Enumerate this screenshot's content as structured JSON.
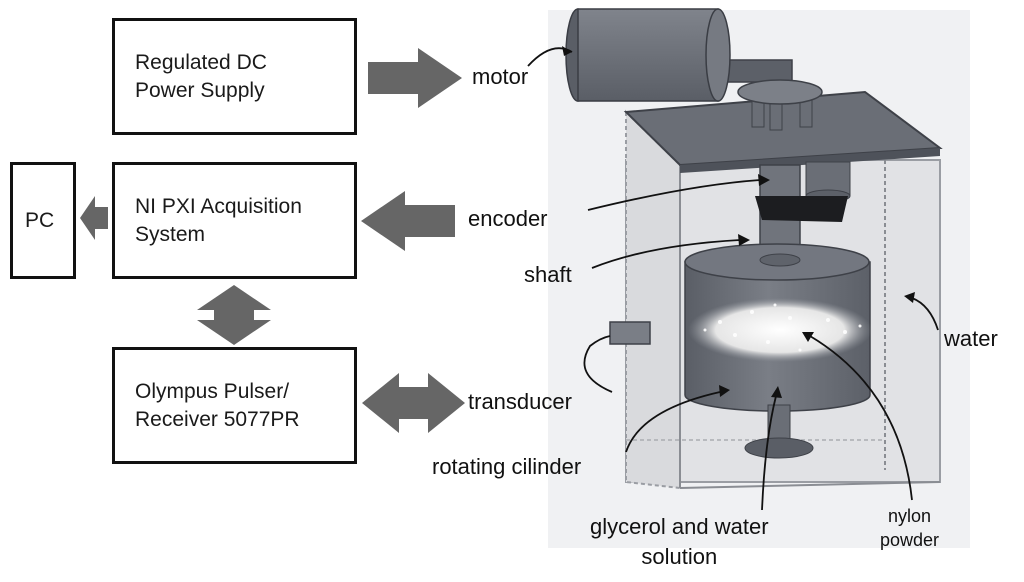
{
  "blocks": {
    "power_supply": [
      "Regulated DC",
      "Power Supply"
    ],
    "daq": [
      "NI PXI Acquisition",
      "System"
    ],
    "pulser": [
      "Olympus Pulser/",
      "Receiver 5077PR"
    ],
    "pc": "PC"
  },
  "labels": {
    "motor": "motor",
    "encoder": "encoder",
    "shaft": "shaft",
    "water": "water",
    "transducer": "transducer",
    "rotating_cylinder": "rotating cilinder",
    "solution": [
      "glycerol and water",
      "solution"
    ],
    "powder": [
      "nylon",
      "powder"
    ]
  },
  "colors": {
    "arrow": "#666666",
    "apparatus": "#6d717a",
    "apparatus_dark": "#4e525a",
    "tank_background": "#e9eaec",
    "powder": "#e8e8e8"
  }
}
